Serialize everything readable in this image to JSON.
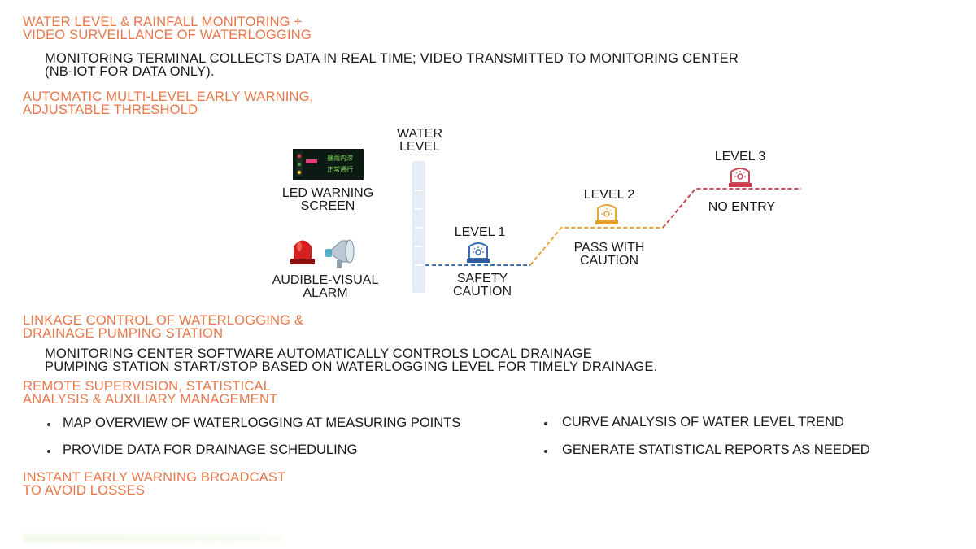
{
  "section1": {
    "heading_line1": "WATER LEVEL & RAINFALL MONITORING +",
    "heading_line2": "VIDEO SURVEILLANCE OF WATERLOGGING",
    "text_line1": "MONITORING TERMINAL COLLECTS DATA IN REAL TIME; VIDEO TRANSMITTED TO MONITORING CENTER",
    "text_line2": "(NB-IOT FOR DATA ONLY)."
  },
  "section2": {
    "heading_line1": "AUTOMATIC MULTI-LEVEL EARLY WARNING,",
    "heading_line2": "ADJUSTABLE THRESHOLD"
  },
  "diagram": {
    "water_level_line1": "WATER",
    "water_level_line2": "LEVEL",
    "led_label_line1": "LED WARNING",
    "led_label_line2": "SCREEN",
    "led_text_top": "暴雨内涝",
    "led_text_bottom": "正常通行",
    "alarm_label_line1": "AUDIBLE-VISUAL",
    "alarm_label_line2": "ALARM",
    "level1_title": "LEVEL 1",
    "level1_desc_line1": "SAFETY",
    "level1_desc_line2": "CAUTION",
    "level2_title": "LEVEL 2",
    "level2_desc_line1": "PASS WITH",
    "level2_desc_line2": "CAUTION",
    "level3_title": "LEVEL 3",
    "level3_desc": "NO ENTRY",
    "colors": {
      "level1": "#3b6fb6",
      "level2": "#e9a53a",
      "level3": "#c94a55",
      "water_bar": "#e6ecf6"
    }
  },
  "section3": {
    "heading_line1": "LINKAGE CONTROL OF WATERLOGGING &",
    "heading_line2": "DRAINAGE PUMPING STATION",
    "text_line1": "MONITORING CENTER SOFTWARE AUTOMATICALLY CONTROLS LOCAL DRAINAGE",
    "text_line2": "PUMPING STATION START/STOP BASED ON WATERLOGGING LEVEL FOR TIMELY DRAINAGE."
  },
  "section4": {
    "heading_line1": "REMOTE SUPERVISION, STATISTICAL",
    "heading_line2": "ANALYSIS & AUXILIARY MANAGEMENT",
    "bullets": [
      "MAP OVERVIEW OF WATERLOGGING AT MEASURING POINTS",
      "CURVE ANALYSIS OF WATER LEVEL TREND",
      "PROVIDE DATA FOR DRAINAGE SCHEDULING",
      "GENERATE STATISTICAL REPORTS AS NEEDED"
    ]
  },
  "section5": {
    "heading_line1": "INSTANT EARLY WARNING BROADCAST",
    "heading_line2": "TO AVOID LOSSES"
  },
  "accent_color": "#e8774a"
}
